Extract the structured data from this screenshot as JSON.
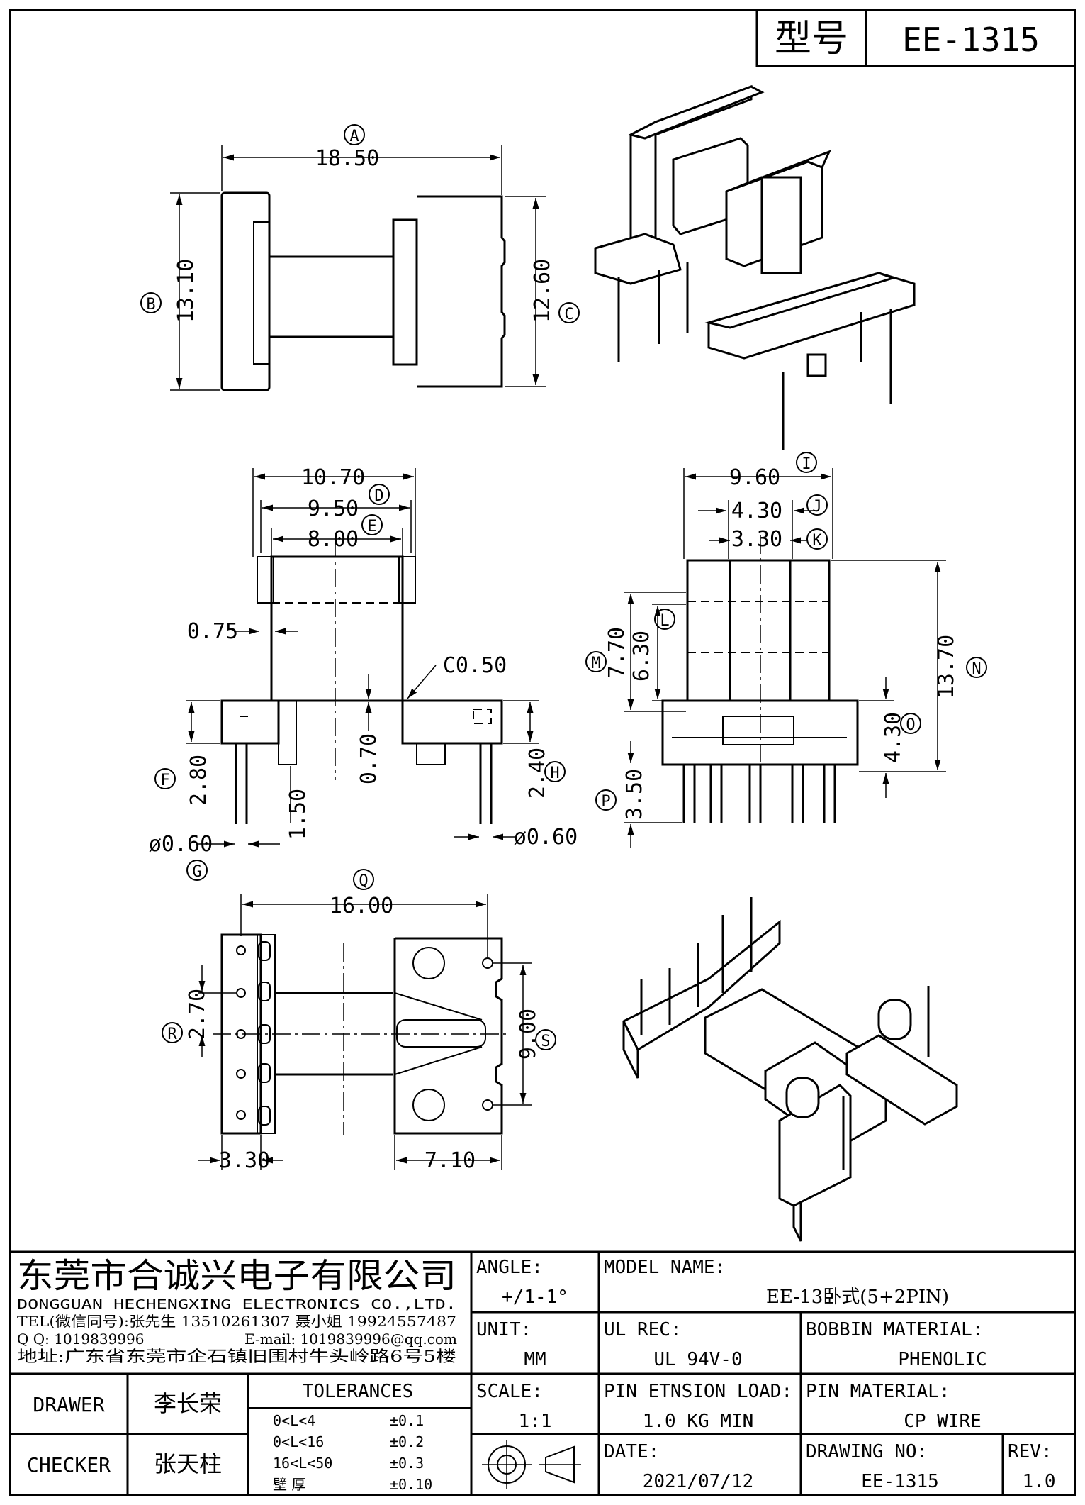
{
  "header": {
    "type_label": "型号",
    "model": "EE-1315"
  },
  "dimensions": [
    {
      "id": "A",
      "value": "18.50"
    },
    {
      "id": "B",
      "value": "13.10"
    },
    {
      "id": "C",
      "value": "12.60"
    },
    {
      "id": "D",
      "value": "9.50"
    },
    {
      "id": "E",
      "value": "8.00"
    },
    {
      "id": "F",
      "value": "2.80"
    },
    {
      "id": "G",
      "value": "ø0.60"
    },
    {
      "id": "H",
      "value": "2.40"
    },
    {
      "id": "I",
      "value": "9.60"
    },
    {
      "id": "J",
      "value": "4.30"
    },
    {
      "id": "K",
      "value": "3.30"
    },
    {
      "id": "L",
      "value": "6.30"
    },
    {
      "id": "M",
      "value": "7.70"
    },
    {
      "id": "N",
      "value": "13.70"
    },
    {
      "id": "O",
      "value": "4.30"
    },
    {
      "id": "P",
      "value": "3.50"
    },
    {
      "id": "Q",
      "value": "16.00"
    },
    {
      "id": "R",
      "value": "2.70"
    },
    {
      "id": "S",
      "value": "9.00"
    }
  ],
  "unlabeled_dims": {
    "width_1070": "10.70",
    "wall_075": "0.75",
    "chamfer": "C0.50",
    "gap_070": "0.70",
    "pin_150": "1.50",
    "pin_dia_right": "ø0.60",
    "bottom_330": "3.30",
    "bottom_710": "7.10"
  },
  "title_block": {
    "company_cn": "东莞市合诚兴电子有限公司",
    "company_en": "DONGGUAN HECHENGXING ELECTRONICS CO.,LTD.",
    "tel": "TEL(微信同号):张先生 13510261307 聂小姐 19924557487",
    "qq": "Q Q: 1019839996",
    "email": "E-mail: 1019839996@qq.com",
    "address": "地址:广东省东莞市企石镇旧围村牛头岭路6号5楼",
    "angle_label": "ANGLE:",
    "angle_value": "+/1-1°",
    "model_name_label": "MODEL NAME:",
    "model_name_value": "EE-13卧式(5+2PIN)",
    "unit_label": "UNIT:",
    "unit_value": "MM",
    "ul_label": "UL REC:",
    "ul_value": "UL 94V-0",
    "bobbin_label": "BOBBIN MATERIAL:",
    "bobbin_value": "PHENOLIC",
    "drawer_label": "DRAWER",
    "drawer_name": "李长荣",
    "checker_label": "CHECKER",
    "checker_name": "张天柱",
    "tolerances_label": "TOLERANCES",
    "tolerances": [
      {
        "range": "0<L<4",
        "tol": "±0.1"
      },
      {
        "range": "0<L<16",
        "tol": "±0.2"
      },
      {
        "range": "16<L<50",
        "tol": "±0.3"
      },
      {
        "range": "壁    厚",
        "tol": "±0.10"
      }
    ],
    "scale_label": "SCALE:",
    "scale_value": "1:1",
    "pin_load_label": "PIN ETNSION LOAD:",
    "pin_load_value": "1.0 KG MIN",
    "pin_mat_label": "PIN MATERIAL:",
    "pin_mat_value": "CP WIRE",
    "date_label": "DATE:",
    "date_value": "2021/07/12",
    "drawing_no_label": "DRAWING NO:",
    "drawing_no_value": "EE-1315",
    "rev_label": "REV:",
    "rev_value": "1.0"
  }
}
